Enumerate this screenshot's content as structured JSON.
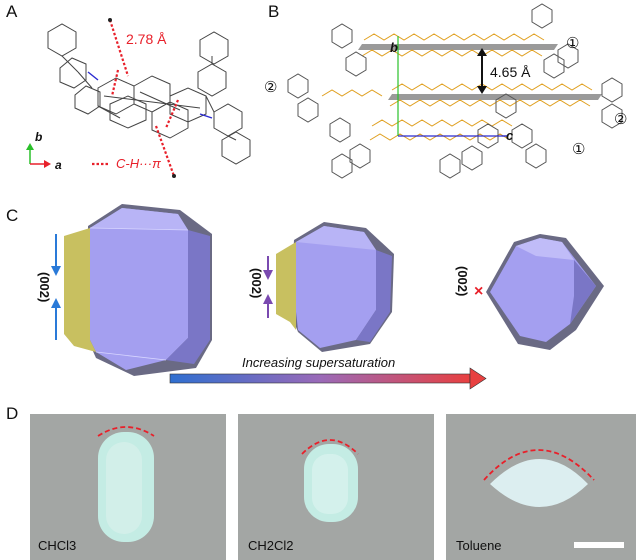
{
  "panels": {
    "A": {
      "label": "A",
      "distance": "2.78 Å",
      "axis_b": "b",
      "axis_a": "a",
      "legend": "C-H···π"
    },
    "B": {
      "label": "B",
      "distance": "4.65 Å",
      "axis_b": "b",
      "axis_c": "c",
      "markers": [
        "①",
        "②",
        "②",
        "①"
      ]
    },
    "C": {
      "label": "C",
      "face_labels": [
        "(002)",
        "(002)",
        "(002)"
      ],
      "arrow_text": "Increasing supersaturation"
    },
    "D": {
      "label": "D",
      "solvents": [
        "CHCl3",
        "CH2Cl2",
        "Toluene"
      ]
    }
  },
  "colors": {
    "red": "#e8202a",
    "purple_face": "#9f98f0",
    "yellow_face": "#c8c060",
    "orange_mol": "#e0a020",
    "gradient_start": "#2f6fd0",
    "gradient_end": "#e84040"
  }
}
